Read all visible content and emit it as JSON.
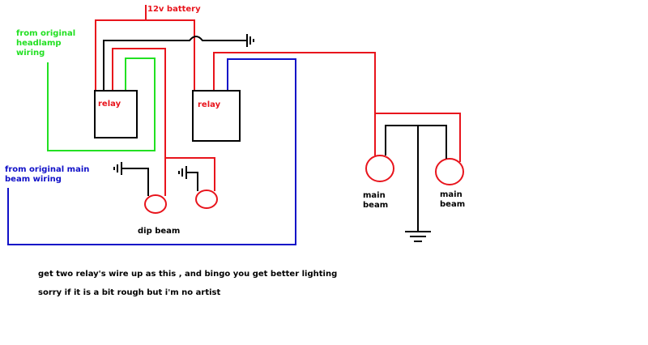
{
  "labels": {
    "battery": "12v battery",
    "headlamp": [
      "from original",
      "headlamp",
      "wiring"
    ],
    "main_beam_wiring": [
      "from original main",
      "beam wiring"
    ],
    "relay_left": "relay",
    "relay_right": "relay",
    "dip_beam": "dip beam",
    "main_beam_left": [
      "main",
      "beam"
    ],
    "main_beam_right": [
      "main",
      "beam"
    ]
  },
  "notes": [
    "get two relay's wire up as this , and bingo you get better lighting",
    "sorry if it is a bit rough but i'm no artist"
  ],
  "colors": {
    "red": "#e8141c",
    "green": "#22e022",
    "blue": "#1010c8",
    "black": "#000000"
  }
}
